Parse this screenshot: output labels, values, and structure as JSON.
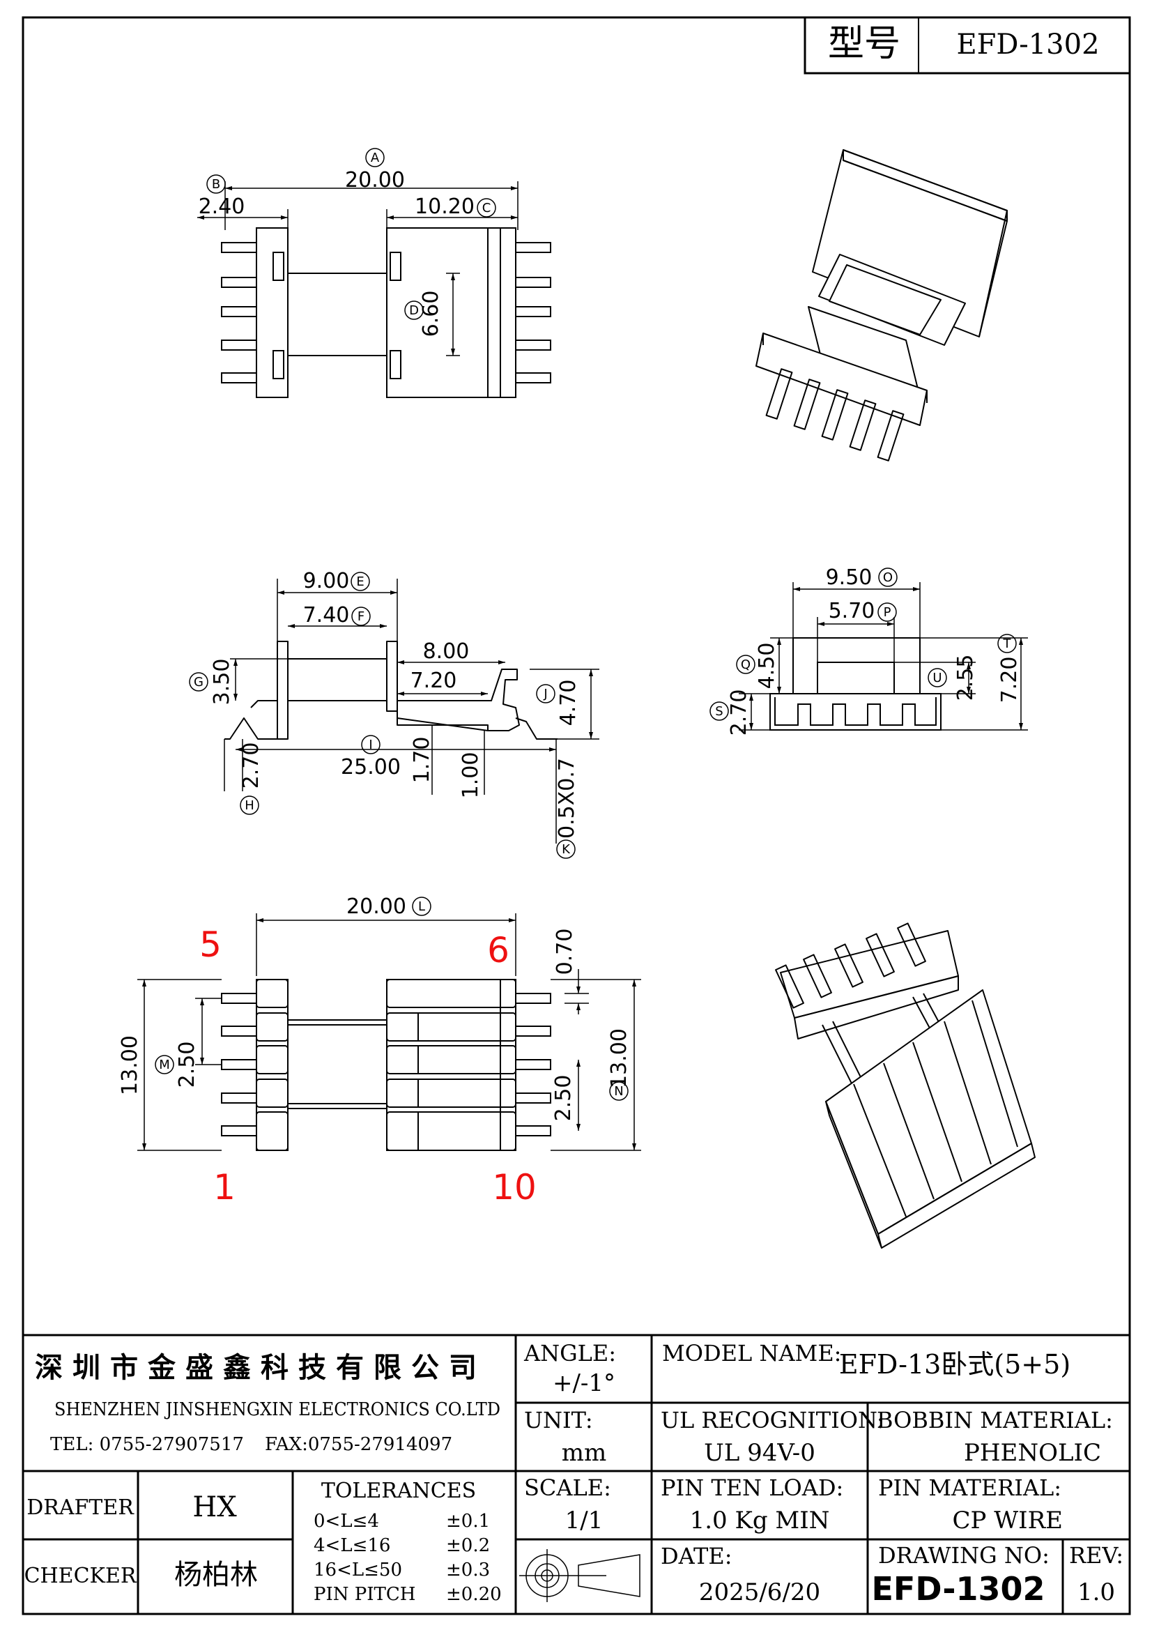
{
  "title_block_top": {
    "label": "型号",
    "value": "EFD-1302"
  },
  "dimensions": {
    "A": "20.00",
    "B": "2.40",
    "C": "10.20",
    "D": "6.60",
    "E": "9.00",
    "F": "7.40",
    "G": "3.50",
    "H": "2.70",
    "I": "25.00",
    "J": "4.70",
    "K": "0.5X0.7",
    "dim_8": "8.00",
    "dim_7_20": "7.20",
    "dim_1_70": "1.70",
    "dim_1_00": "1.00",
    "O": "9.50",
    "P": "5.70",
    "Q": "4.50",
    "S": "2.70",
    "T": "7.20",
    "U": "2.55",
    "L": "20.00",
    "M": "2.50",
    "N": "13.00",
    "dim_13": "13.00",
    "dim_0_70": "0.70",
    "dim_2_50b": "2.50"
  },
  "callout_letters": [
    "A",
    "B",
    "C",
    "D",
    "E",
    "F",
    "G",
    "H",
    "I",
    "J",
    "K",
    "L",
    "M",
    "N",
    "O",
    "P",
    "Q",
    "S",
    "T",
    "U"
  ],
  "pin_labels": {
    "p5": "5",
    "p6": "6",
    "p1": "1",
    "p10": "10"
  },
  "title_block": {
    "company_cn": "深圳市金盛鑫科技有限公司",
    "company_en": "SHENZHEN JINSHENGXIN ELECTRONICS CO.LTD",
    "tel": "TEL: 0755-27907517",
    "fax": "FAX:0755-27914097",
    "angle_label": "ANGLE:",
    "angle_value": "+/-1°",
    "model_label": "MODEL NAME:",
    "model_value": "EFD-13卧式(5+5)",
    "unit_label": "UNIT:",
    "unit_value": "mm",
    "ul_label": "UL RECOGNITION:",
    "ul_value": "UL 94V-0",
    "bobbin_label": "BOBBIN MATERIAL:",
    "bobbin_value": "PHENOLIC",
    "drafter_label": "DRAFTER",
    "drafter_value": "HX",
    "tolerances_label": "TOLERANCES",
    "tol": [
      {
        "range": "0<L≤4",
        "value": "±0.1"
      },
      {
        "range": "4<L≤16",
        "value": "±0.2"
      },
      {
        "range": "16<L≤50",
        "value": "±0.3"
      },
      {
        "range": "PIN PITCH",
        "value": "±0.20"
      }
    ],
    "scale_label": "SCALE:",
    "scale_value": "1/1",
    "load_label": "PIN TEN LOAD:",
    "load_value": "1.0 Kg MIN",
    "pinmat_label": "PIN MATERIAL:",
    "pinmat_value": "CP WIRE",
    "checker_label": "CHECKER",
    "checker_value": "杨柏林",
    "date_label": "DATE:",
    "date_value": "2025/6/20",
    "drawing_no_label": "DRAWING NO:",
    "drawing_no_value": "EFD-1302",
    "rev_label": "REV:",
    "rev_value": "1.0"
  }
}
